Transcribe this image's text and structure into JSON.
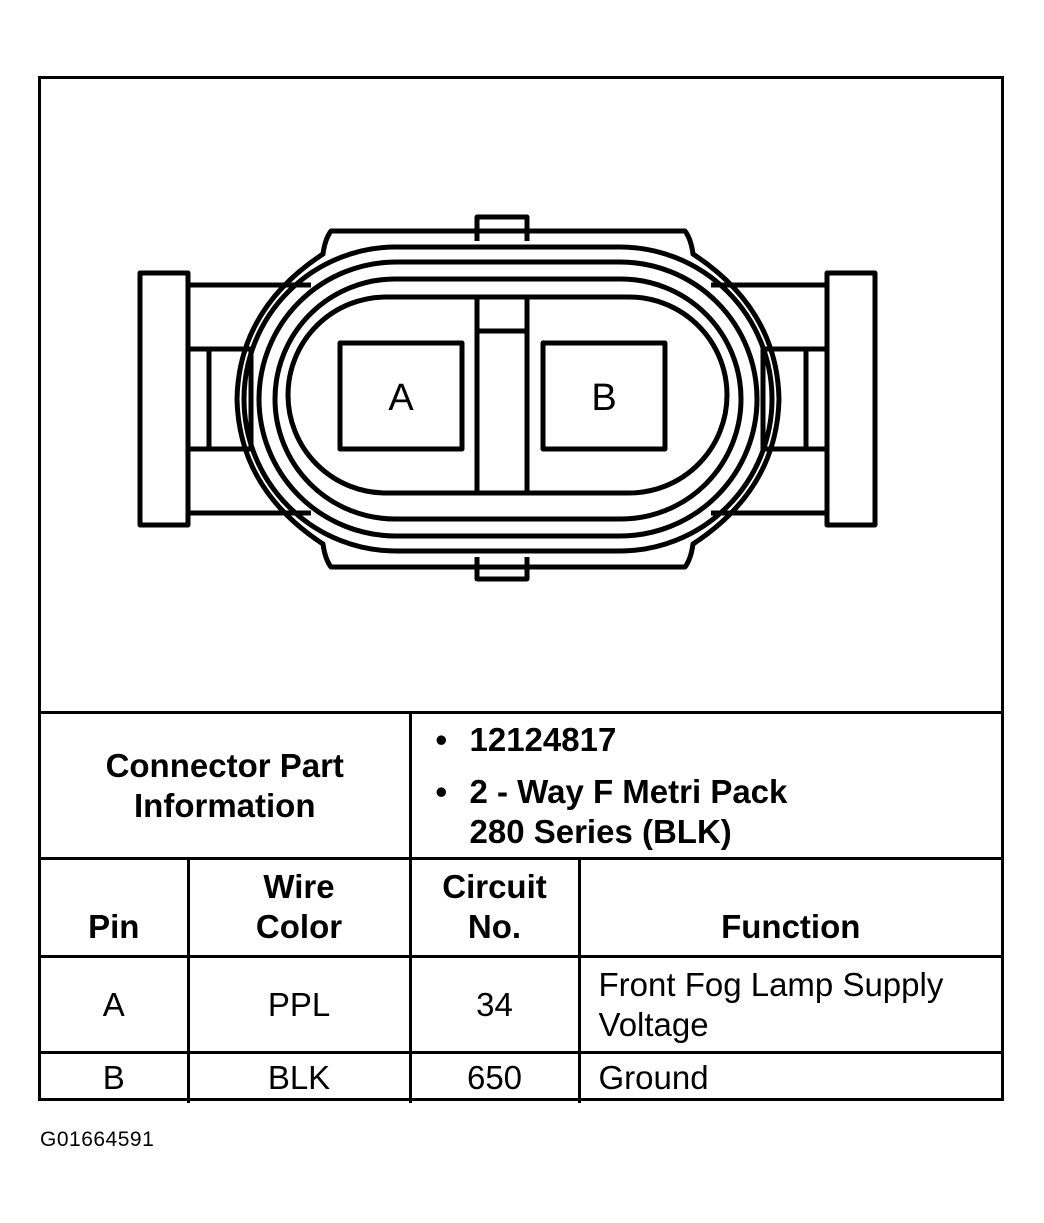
{
  "connector": {
    "pin_a": "A",
    "pin_b": "B"
  },
  "part_info": {
    "label_line1": "Connector Part",
    "label_line2": "Information",
    "part_number": "12124817",
    "description_line1": "2 - Way F Metri Pack",
    "description_line2": "280 Series (BLK)"
  },
  "table": {
    "headers": {
      "pin": "Pin",
      "wire_line1": "Wire",
      "wire_line2": "Color",
      "circuit_line1": "Circuit",
      "circuit_line2": "No.",
      "function": "Function"
    },
    "rows": [
      {
        "pin": "A",
        "wire_color": "PPL",
        "circuit": "34",
        "function_line1": "Front Fog Lamp Supply",
        "function_line2": "Voltage"
      },
      {
        "pin": "B",
        "wire_color": "BLK",
        "circuit": "650",
        "function_line1": "Ground",
        "function_line2": ""
      }
    ]
  },
  "figure_id": "G01664591"
}
